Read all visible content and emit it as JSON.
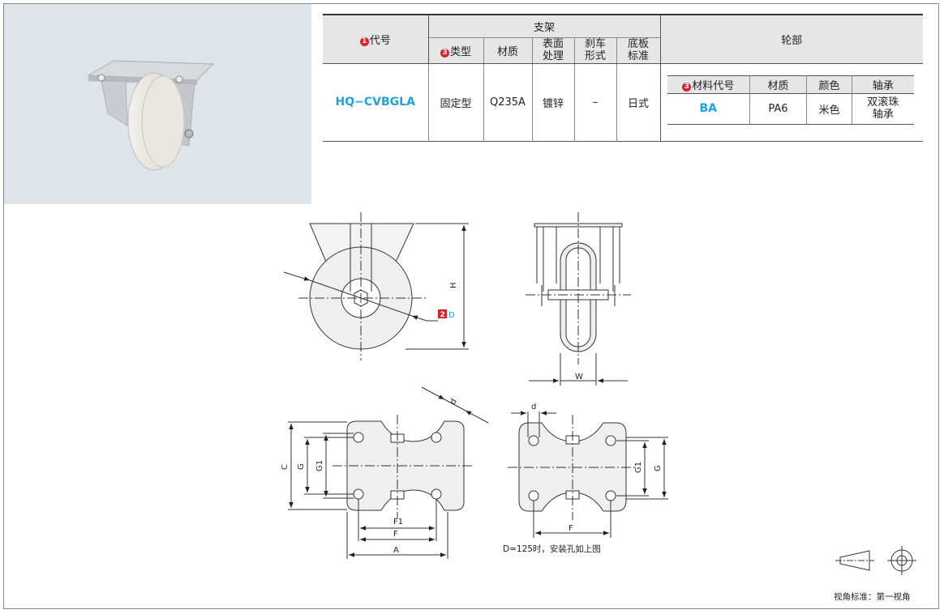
{
  "table": {
    "col_code": "代号",
    "col_code_num": "1",
    "bracket_group": "支架",
    "col_type": "类型",
    "col_type_num": "3",
    "col_material": "材质",
    "col_surface_l1": "表面",
    "col_surface_l2": "处理",
    "col_brake_l1": "刹车",
    "col_brake_l2": "形式",
    "col_base_l1": "底板",
    "col_base_l2": "标准",
    "wheel_group": "轮部",
    "row": {
      "code": "HQ−CVBGLA",
      "type": "固定型",
      "material": "Q235A",
      "surface": "镀锌",
      "brake": "–",
      "base": "日式"
    },
    "wheel": {
      "col_mat_code": "材料代号",
      "col_mat_code_num": "3",
      "col_material": "材质",
      "col_color": "颜色",
      "col_bearing": "轴承",
      "row": {
        "mat_code": "BA",
        "material": "PA6",
        "color": "米色",
        "bearing_l1": "双滚珠",
        "bearing_l2": "轴承"
      }
    }
  },
  "drawing": {
    "dim_H": "H",
    "dim_D": "D",
    "dim_D_num": "2",
    "dim_W": "W",
    "dim_d": "d",
    "dim_d2": "d",
    "dim_C": "C",
    "dim_G": "G",
    "dim_G1": "G1",
    "dim_F1": "F1",
    "dim_F": "F",
    "dim_A": "A",
    "dim_G1_r": "G1",
    "dim_G_r": "G",
    "dim_F_r": "F",
    "note": "D=125时，安装孔如上图",
    "view_standard": "视角标准：第一视角"
  },
  "colors": {
    "accent_blue": "#1aa4e0",
    "marker_red": "#d6242d"
  }
}
